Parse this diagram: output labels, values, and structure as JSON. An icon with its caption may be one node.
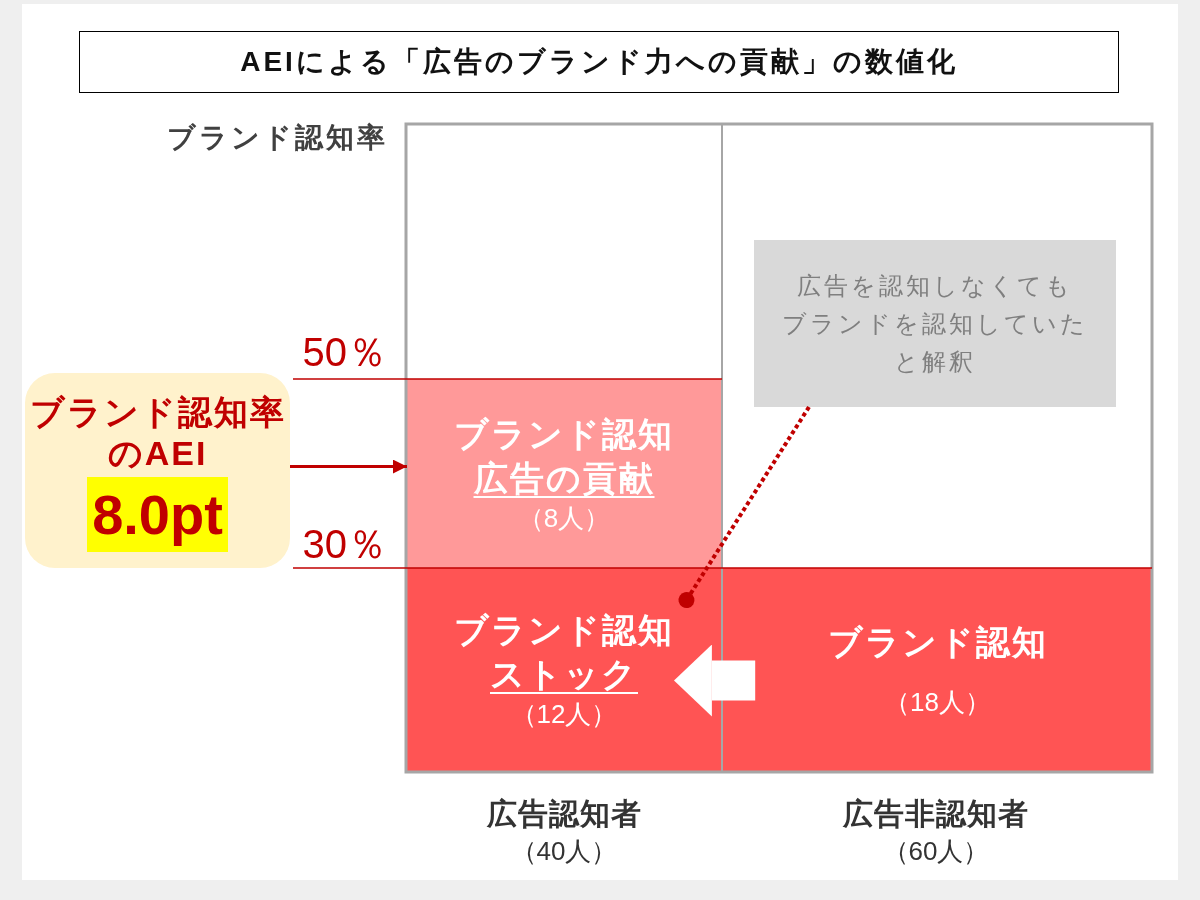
{
  "diagram": {
    "title": "AEIによる「広告のブランド力への貢献」の数値化",
    "nodes": [
      {
        "text": [
          "広告を認知しなくてもブランドを認知していたと解釈"
        ]
      },
      {
        "text": [
          "ブランド認知率のAEI",
          "8.0pt"
        ]
      },
      {
        "text": [
          "ブランド認知",
          "広告の貢献",
          "（8人）"
        ]
      },
      {
        "text": [
          "ブランド認知",
          "ストック",
          "（12人）"
        ]
      },
      {
        "text": [
          "ブランド認知",
          "（18人）"
        ]
      }
    ],
    "edges": [
      {
        "from": 1,
        "to": 2,
        "arrow": "to"
      },
      {
        "from": 0,
        "to": 3,
        "arrow": "other",
        "style": "dashed"
      },
      {
        "from": 4,
        "to": 3,
        "arrow": "to",
        "style": "thick",
        "color": "#ffffff"
      }
    ],
    "labels": [
      "ブランド認知率",
      "50％",
      "30％",
      "広告認知者",
      "（40人）",
      "広告非認知者",
      "（60人）"
    ]
  }
}
